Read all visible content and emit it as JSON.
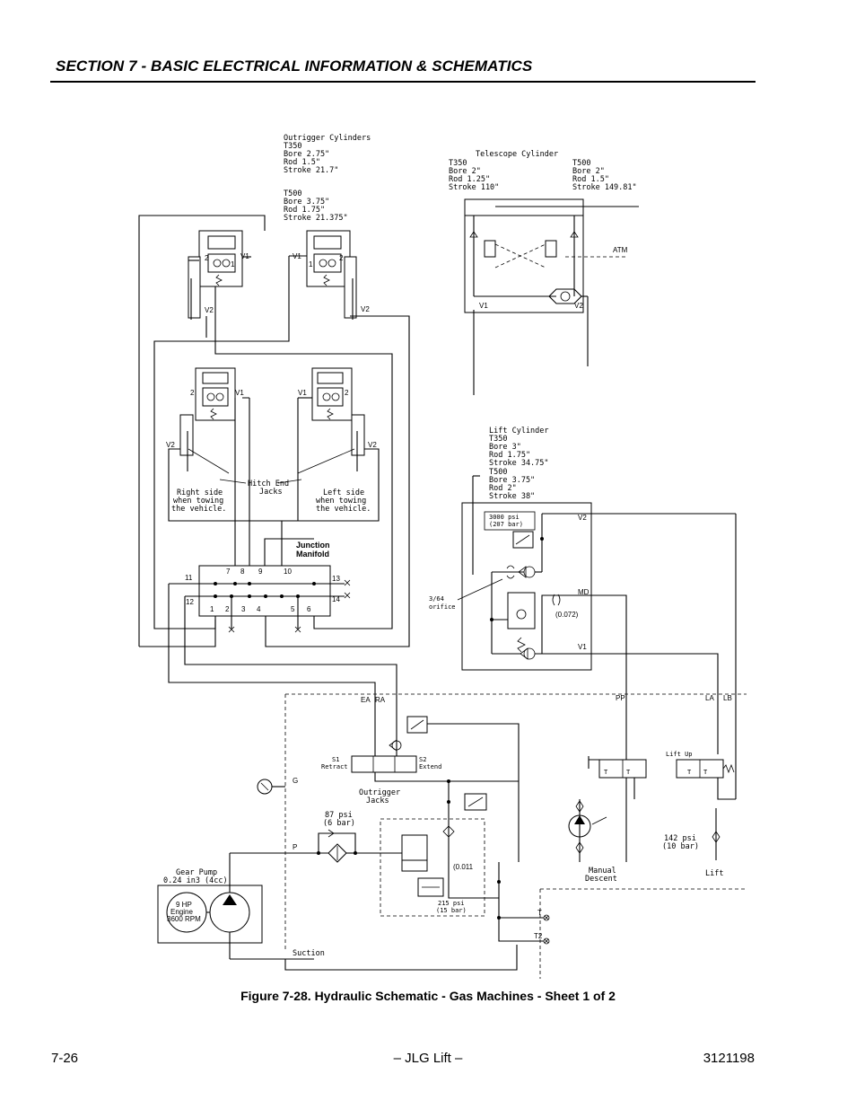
{
  "header": {
    "section_title": "SECTION 7 - BASIC ELECTRICAL INFORMATION & SCHEMATICS"
  },
  "figure": {
    "caption": "Figure 7-28.  Hydraulic Schematic - Gas Machines - Sheet 1 of 2"
  },
  "footer": {
    "page_number": "7-26",
    "brand": "– JLG Lift –",
    "doc_number": "3121198"
  },
  "diagram": {
    "outrigger_cylinders": {
      "title": "Outrigger Cylinders",
      "t350": [
        "T350",
        "Bore 2.75\"",
        "Rod 1.5\"",
        "Stroke 21.7\""
      ],
      "t500": [
        "T500",
        "Bore 3.75\"",
        "Rod 1.75\"",
        "Stroke 21.375\""
      ]
    },
    "telescope_cylinder": {
      "title": "Telescope Cylinder",
      "t350": [
        "T350",
        "Bore 2\"",
        "Rod 1.25\"",
        "Stroke 110\""
      ],
      "t500": [
        "T500",
        "Bore 2\"",
        "Rod 1.5\"",
        "Stroke 149.81\""
      ],
      "atm": "ATM"
    },
    "lift_cylinder": {
      "title": "Lift Cylinder",
      "t350": [
        "T350",
        "Bore 3\"",
        "Rod 1.75\"",
        "Stroke 34.75\""
      ],
      "t500": [
        "T500",
        "Bore 3.75\"",
        "Rod 2\"",
        "Stroke 38\""
      ],
      "relief": [
        "3000 psi",
        "(207 bar)"
      ],
      "orifice": [
        "3/64",
        "orifice"
      ],
      "orifice_size": "(0.072)"
    },
    "ports": {
      "v1": "V1",
      "v2": "V2",
      "md": "MD",
      "ea": "EA",
      "ra": "RA",
      "pp": "PP",
      "la": "LA",
      "lb": "LB",
      "g": "G",
      "p": "P",
      "t": "T",
      "t2": "T2",
      "one": "1",
      "two": "2",
      "tank": "T"
    },
    "hitch_end": {
      "label": [
        "Hitch End",
        "Jacks"
      ],
      "right_side": [
        "Right side",
        "when towing",
        "the vehicle."
      ],
      "left_side": [
        "Left side",
        "when towing",
        "the vehicle."
      ]
    },
    "junction_manifold": {
      "title": [
        "Junction",
        "Manifold"
      ],
      "top_ports": [
        "11",
        "7",
        "8",
        "9",
        "10",
        "13"
      ],
      "bottom_ports": [
        "12",
        "1",
        "2",
        "3",
        "4",
        "5",
        "6",
        "14"
      ]
    },
    "valves": {
      "s1": [
        "S1",
        "Retract"
      ],
      "s2": [
        "S2",
        "Extend"
      ],
      "outrigger_jacks": [
        "Outrigger",
        "Jacks"
      ],
      "lift_up": "Lift Up",
      "manual_descent": [
        "Manual",
        "Descent"
      ],
      "lift": "Lift",
      "lift_relief": [
        "142 psi",
        "(10 bar)"
      ],
      "filter_bypass": [
        "87 psi",
        "(6 bar)"
      ],
      "priority_orifice": "(0.011",
      "relief_215": [
        "215 psi",
        "(15 bar)"
      ]
    },
    "power_unit": {
      "pump_label": [
        "Gear Pump",
        "0.24 in3 (4cc)"
      ],
      "engine": [
        "9 HP",
        "Engine",
        "3600 RPM"
      ],
      "suction": "Suction"
    }
  }
}
